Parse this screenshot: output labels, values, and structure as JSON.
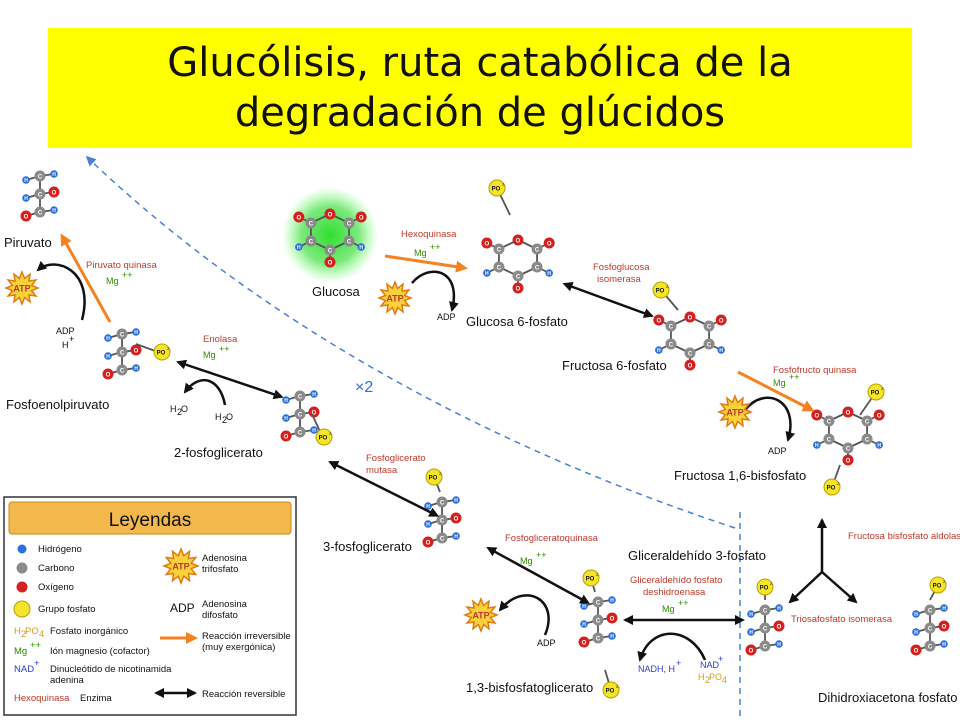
{
  "title": {
    "line1": "Glucólisis, ruta catabólica de la",
    "line2": "degradación de glúcidos"
  },
  "colors": {
    "title_bg": "#ffff00",
    "hydrogen": "#2a6fdb",
    "carbon": "#8a8a8a",
    "oxygen": "#d62020",
    "phosphate": "#f5e52a",
    "irreversible_arrow": "#f58220",
    "reversible_arrow": "#111111",
    "enzyme_text": "#c0392b",
    "magnesium_text": "#2e8b00",
    "nad_text": "#2a3cc8"
  },
  "molecules": {
    "glucosa": "Glucosa",
    "glucosa6f": "Glucosa 6-fosfato",
    "fructosa6f": "Fructosa 6-fosfato",
    "fructosa16bf": "Fructosa 1,6-bisfosfato",
    "g3p": "Gliceraldehído 3-fosfato",
    "dhap": "Dihidroxiacetona fosfato",
    "bpg13": "1,3-bisfosfatoglicerato",
    "pg3": "3-fosfoglicerato",
    "pg2": "2-fosfoglicerato",
    "pep": "Fosfoenolpiruvato",
    "piruvato": "Piruvato"
  },
  "enzymes": {
    "hexoquinasa": "Hexoquinasa",
    "fosfoglucosa_line1": "Fosfoglucosa",
    "fosfoglucosa_line2": "isomerasa",
    "fosfofructo": "Fosfofructo quinasa",
    "aldolasa": "Fructosa bisfosfato aldolasa",
    "triosafosfato": "Triosafosfato isomerasa",
    "g3pdh_line1": "Gliceraldehído fosfato",
    "g3pdh_line2": "deshidroenasa",
    "pgk": "Fosfogliceratoquinasa",
    "pgm_line1": "Fosfoglicerato",
    "pgm_line2": "mutasa",
    "enolasa": "Enolasa",
    "piruvato_quinasa": "Piruvato quinasa"
  },
  "cofactors": {
    "mg": "Mg",
    "mg_charge": "++",
    "atp": "ATP",
    "adp": "ADP",
    "h_plus": "H",
    "plus": "+",
    "h2o": "H",
    "h2o_sub": "2",
    "h2o_o": "O",
    "nadh": "NADH, H",
    "nad": "NAD",
    "h2po4_h": "H",
    "h2po4_sub1": "2",
    "h2po4_po": "PO",
    "h2po4_sub2": "4",
    "x2": "×2"
  },
  "atoms": {
    "h": "H",
    "c": "C",
    "o": "O",
    "po": "PO",
    "po_sub": "3",
    "po_charge": "2-"
  },
  "legend": {
    "title": "Leyendas",
    "hidrogeno": "Hidrógeno",
    "carbono": "Carbono",
    "oxigeno": "Oxígeno",
    "grupo_fosfato": "Grupo fosfato",
    "h2po4_label_h": "H",
    "h2po4_label_sub1": "2",
    "h2po4_label_po": "PO",
    "h2po4_label_sub2": "4",
    "fosfato_inorganico": "Fosfato inorgánico",
    "mg_label": "Mg",
    "mg_label_charge": "++",
    "ion_magnesio": "Ión magnesio (cofactor)",
    "nad_label": "NAD",
    "nad_label_charge": "+",
    "dinucleotido_1": "Dinucleótido de nicotinamida",
    "dinucleotido_2": "adenina",
    "hexoquinasa_label": "Hexoquinasa",
    "enzima": "Enzima",
    "atp_label": "ATP",
    "adenosina_tri_1": "Adenosina",
    "adenosina_tri_2": "trifosfato",
    "adp_label": "ADP",
    "adenosina_di_1": "Adenosina",
    "adenosina_di_2": "difosfato",
    "irreversible_1": "Reacción irreversible",
    "irreversible_2": "(muy exergónica)",
    "reversible": "Reacción reversible"
  }
}
